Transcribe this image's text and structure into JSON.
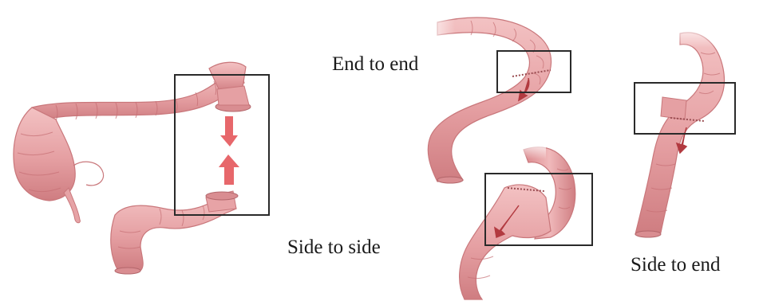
{
  "labels": {
    "end_to_end": "End to end",
    "side_to_side": "Side to side",
    "side_to_end": "Side to end"
  },
  "colors": {
    "bowel_fill": "#e9a6a8",
    "bowel_dark": "#c86f73",
    "bowel_light": "#f6cfd0",
    "arrow_fill": "#e4575b",
    "box_stroke": "#2a2a2a",
    "background": "#ffffff"
  }
}
